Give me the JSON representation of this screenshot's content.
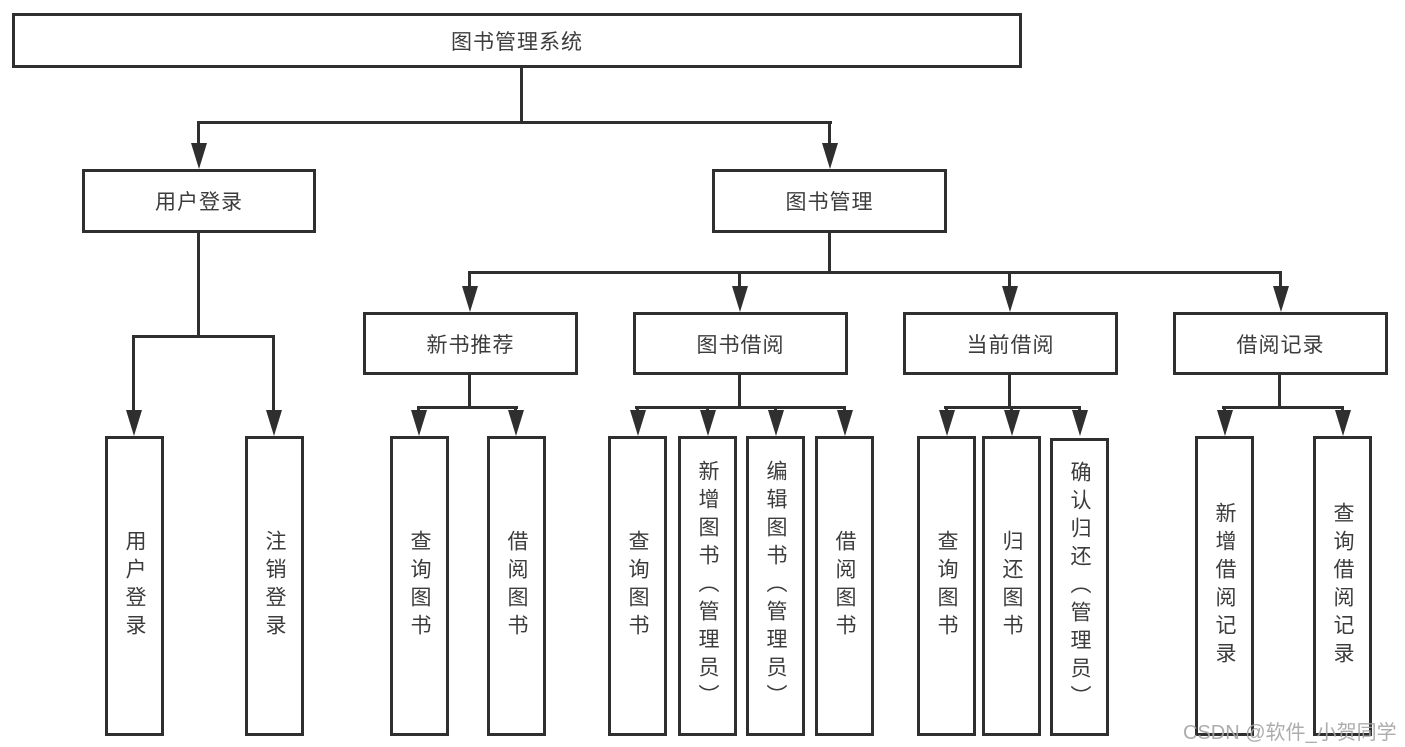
{
  "tree": {
    "label": "图书管理系统",
    "children": [
      {
        "label": "用户登录",
        "children": [
          {
            "label": "用户登录"
          },
          {
            "label": "注销登录"
          }
        ]
      },
      {
        "label": "图书管理",
        "children": [
          {
            "label": "新书推荐",
            "children": [
              {
                "label": "查询图书"
              },
              {
                "label": "借阅图书"
              }
            ]
          },
          {
            "label": "图书借阅",
            "children": [
              {
                "label": "查询图书"
              },
              {
                "label": "新增图书（管理员）"
              },
              {
                "label": "编辑图书（管理员）"
              },
              {
                "label": "借阅图书"
              }
            ]
          },
          {
            "label": "当前借阅",
            "children": [
              {
                "label": "查询图书"
              },
              {
                "label": "归还图书"
              },
              {
                "label": "确认归还（管理员）"
              }
            ]
          },
          {
            "label": "借阅记录",
            "children": [
              {
                "label": "新增借阅记录"
              },
              {
                "label": "查询借阅记录"
              }
            ]
          }
        ]
      }
    ]
  },
  "watermark": {
    "text": "CSDN @软件_小贺同学"
  },
  "colors": {
    "line": "#2f2f2f",
    "text": "#3c3c3c",
    "watermark": "#a6a6a6",
    "background": "#ffffff"
  }
}
